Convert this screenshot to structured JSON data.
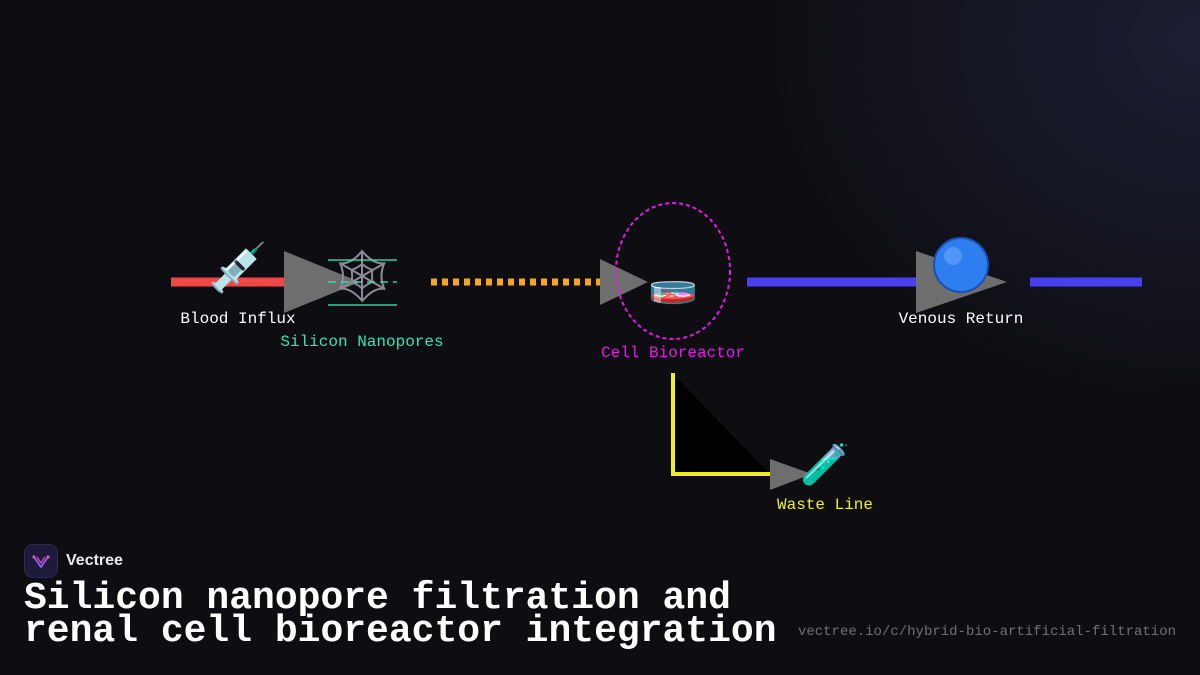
{
  "brand": {
    "name": "Vectree",
    "logo_icon": "vectree-logo-icon"
  },
  "title_lines": [
    "Silicon nanopore filtration and",
    "renal cell bioreactor integration"
  ],
  "url": "vectree.io/c/hybrid-bio-artificial-filtration",
  "colors": {
    "background": "#0e0e12",
    "blood_line": "#f04848",
    "nanopore_teal": "#2ee6b6",
    "dotted_orange": "#f5a623",
    "bioreactor_magenta": "#e619e6",
    "venous_blue": "#4a3ff0",
    "waste_yellow": "#f0f020",
    "arrowhead_gray": "#6e6e6e"
  },
  "nodes": {
    "blood_influx": {
      "label": "Blood Influx",
      "icon": "syringe-icon",
      "glyph": "💉"
    },
    "silicon_nanopores": {
      "label": "Silicon Nanopores",
      "icon": "spider-web-icon",
      "glyph": "🕸"
    },
    "cell_bioreactor": {
      "label": "Cell Bioreactor",
      "icon": "petri-dish-icon",
      "glyph": "🧫"
    },
    "venous_return": {
      "label": "Venous Return",
      "icon": "blue-circle-icon",
      "glyph": "🔵"
    },
    "waste_line": {
      "label": "Waste Line",
      "icon": "test-tube-icon",
      "glyph": "🧪"
    }
  }
}
